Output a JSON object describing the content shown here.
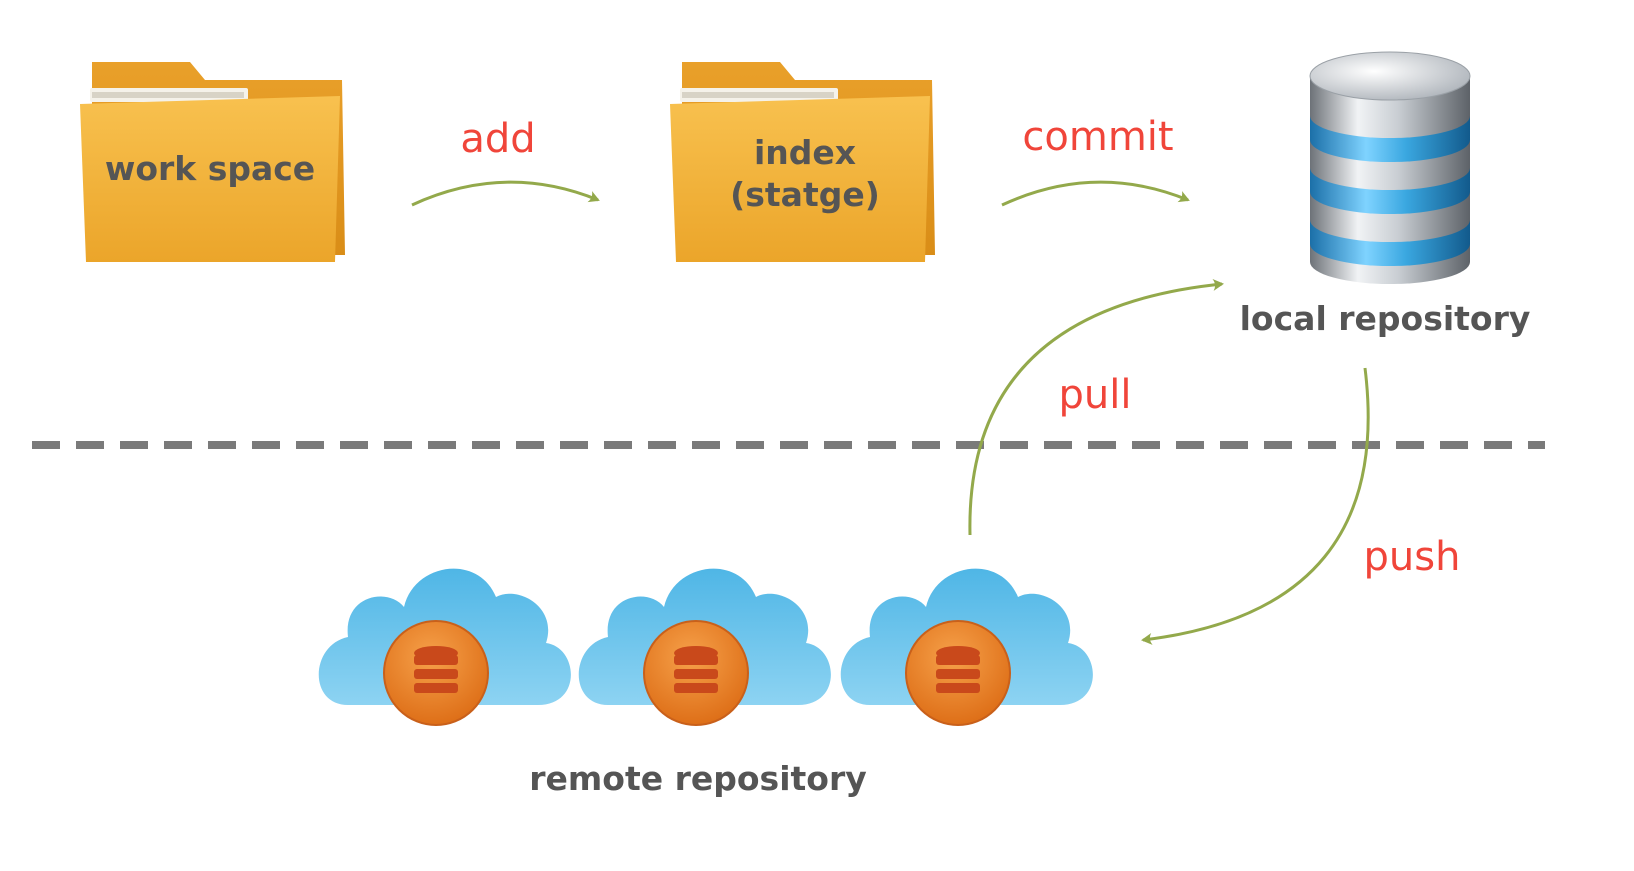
{
  "nodes": {
    "workspace": {
      "label": "work space"
    },
    "index": {
      "label_line1": "index",
      "label_line2": "(statge)"
    },
    "local_repository": {
      "label": "local repository"
    },
    "remote_repository": {
      "label": "remote repository"
    }
  },
  "actions": {
    "add": "add",
    "commit": "commit",
    "pull": "pull",
    "push": "push"
  },
  "colors": {
    "folder": "#f6b93b",
    "folder_dark": "#e29a1f",
    "arrow": "#93a94b",
    "action_text": "#f0453a",
    "label_text": "#555555",
    "separator": "#7a7a7a",
    "cloud": "#5bbbe8",
    "database_ring": "#3aa7e0",
    "remote_badge": "#ef8426"
  },
  "icons": [
    "folder-icon",
    "database-icon",
    "cloud-database-icon"
  ]
}
